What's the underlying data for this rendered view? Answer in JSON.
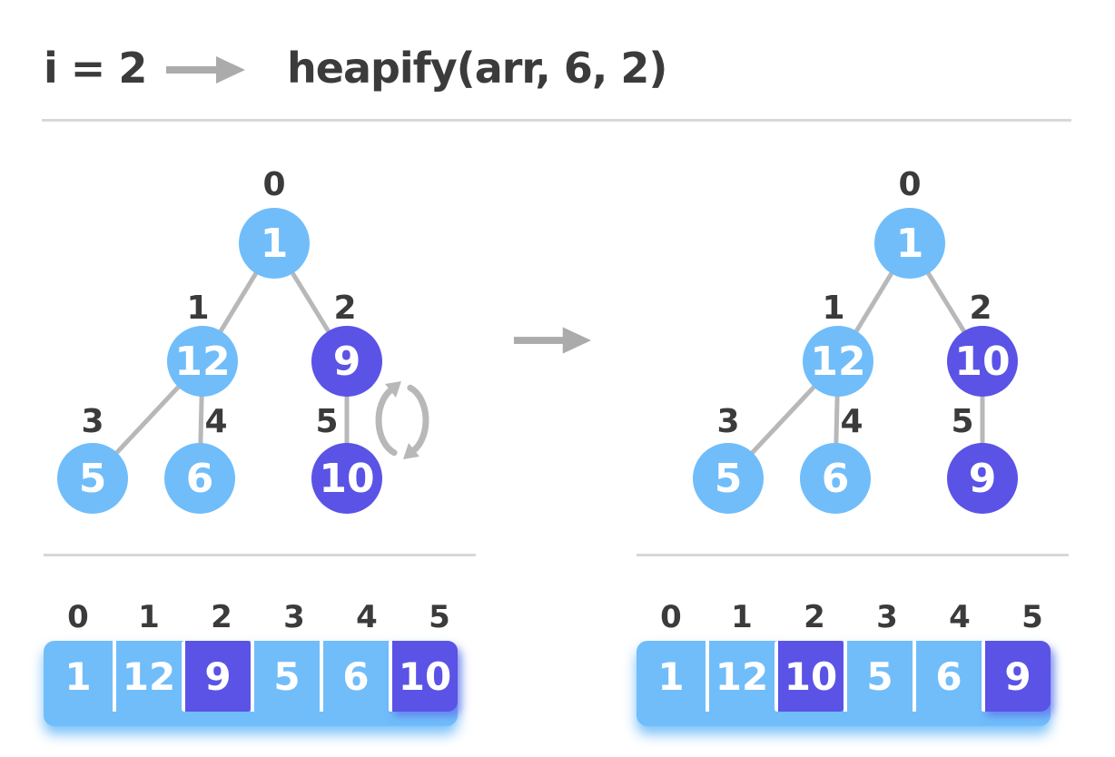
{
  "header": {
    "iteration": "i = 2",
    "call": "heapify(arr, 6, 2)"
  },
  "icons": {
    "header_arrow": "right-arrow",
    "transform_arrow": "right-arrow",
    "swap": "swap-cycle-arrows"
  },
  "colors": {
    "node_blue": "#70bdfa",
    "node_purple": "#5a53e6",
    "text_dark": "#3b3b3b",
    "edge_gray": "#b8b8b8",
    "arrow_gray": "#ababab",
    "rule_gray": "#d8d8d8"
  },
  "trees": {
    "before": {
      "indices": [
        "0",
        "1",
        "2",
        "3",
        "4",
        "5"
      ],
      "nodes": [
        {
          "value": "1",
          "highlight": false
        },
        {
          "value": "12",
          "highlight": false
        },
        {
          "value": "9",
          "highlight": true
        },
        {
          "value": "5",
          "highlight": false
        },
        {
          "value": "6",
          "highlight": false
        },
        {
          "value": "10",
          "highlight": true
        }
      ],
      "swap_icon": true
    },
    "after": {
      "indices": [
        "0",
        "1",
        "2",
        "3",
        "4",
        "5"
      ],
      "nodes": [
        {
          "value": "1",
          "highlight": false
        },
        {
          "value": "12",
          "highlight": false
        },
        {
          "value": "10",
          "highlight": true
        },
        {
          "value": "5",
          "highlight": false
        },
        {
          "value": "6",
          "highlight": false
        },
        {
          "value": "9",
          "highlight": true
        }
      ],
      "swap_icon": false
    }
  },
  "arrays": {
    "before": {
      "indices": [
        "0",
        "1",
        "2",
        "3",
        "4",
        "5"
      ],
      "cells": [
        {
          "value": "1",
          "highlight": false
        },
        {
          "value": "12",
          "highlight": false
        },
        {
          "value": "9",
          "highlight": true
        },
        {
          "value": "5",
          "highlight": false
        },
        {
          "value": "6",
          "highlight": false
        },
        {
          "value": "10",
          "highlight": true
        }
      ]
    },
    "after": {
      "indices": [
        "0",
        "1",
        "2",
        "3",
        "4",
        "5"
      ],
      "cells": [
        {
          "value": "1",
          "highlight": false
        },
        {
          "value": "12",
          "highlight": false
        },
        {
          "value": "10",
          "highlight": true
        },
        {
          "value": "5",
          "highlight": false
        },
        {
          "value": "6",
          "highlight": false
        },
        {
          "value": "9",
          "highlight": true
        }
      ]
    }
  }
}
